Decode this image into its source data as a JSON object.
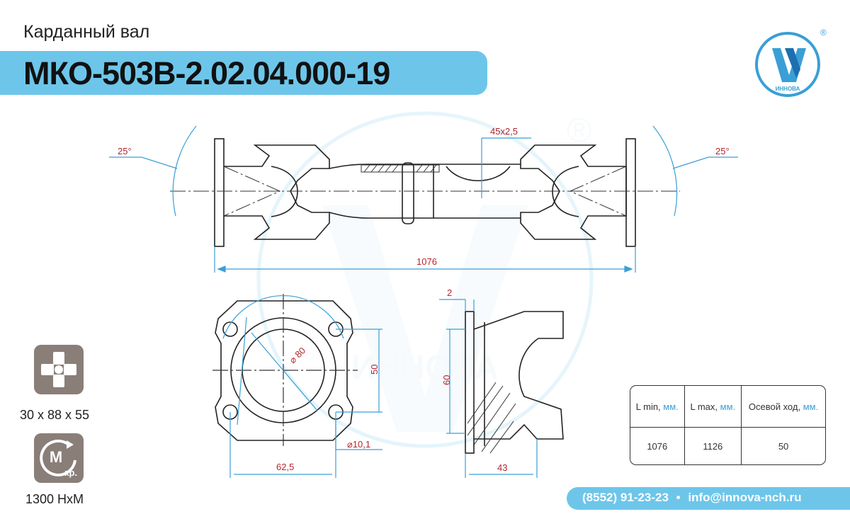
{
  "header": {
    "subtitle": "Карданный вал",
    "part_number": "МКО-503В-2.02.04.000-19"
  },
  "logo": {
    "brand_text": "ИННОВА",
    "registered_mark": "®"
  },
  "drawing": {
    "angle_left": "25°",
    "angle_right": "25°",
    "chamfer": "45x2,5",
    "overall_length": "1076",
    "flange_diameter": "⌀ 80",
    "flange_bolt_spacing_h": "62,5",
    "flange_bolt_spacing_v": "50",
    "hole_diameter": "⌀10,1",
    "flange_thickness": "2",
    "flange_height": "60",
    "yoke_depth": "43"
  },
  "specs": {
    "cross_size": "30 x 88 x 55",
    "torque": "1300 НхМ",
    "torque_icon_letters": "М",
    "torque_icon_sub": "кр."
  },
  "params_table": {
    "headers": [
      {
        "name": "L min,",
        "unit": "мм."
      },
      {
        "name": "L max,",
        "unit": "мм."
      },
      {
        "name": "Осевой ход,",
        "unit": "мм."
      }
    ],
    "values": [
      "1076",
      "1126",
      "50"
    ]
  },
  "contact": {
    "phone": "(8552) 91-23-23",
    "separator": "•",
    "email": "info@innova-nch.ru"
  },
  "colors": {
    "accent": "#6dc6ea",
    "dimension_text": "#b4262e",
    "dimension_line": "#3a9fd6",
    "icon_bg": "#8a7e78"
  }
}
